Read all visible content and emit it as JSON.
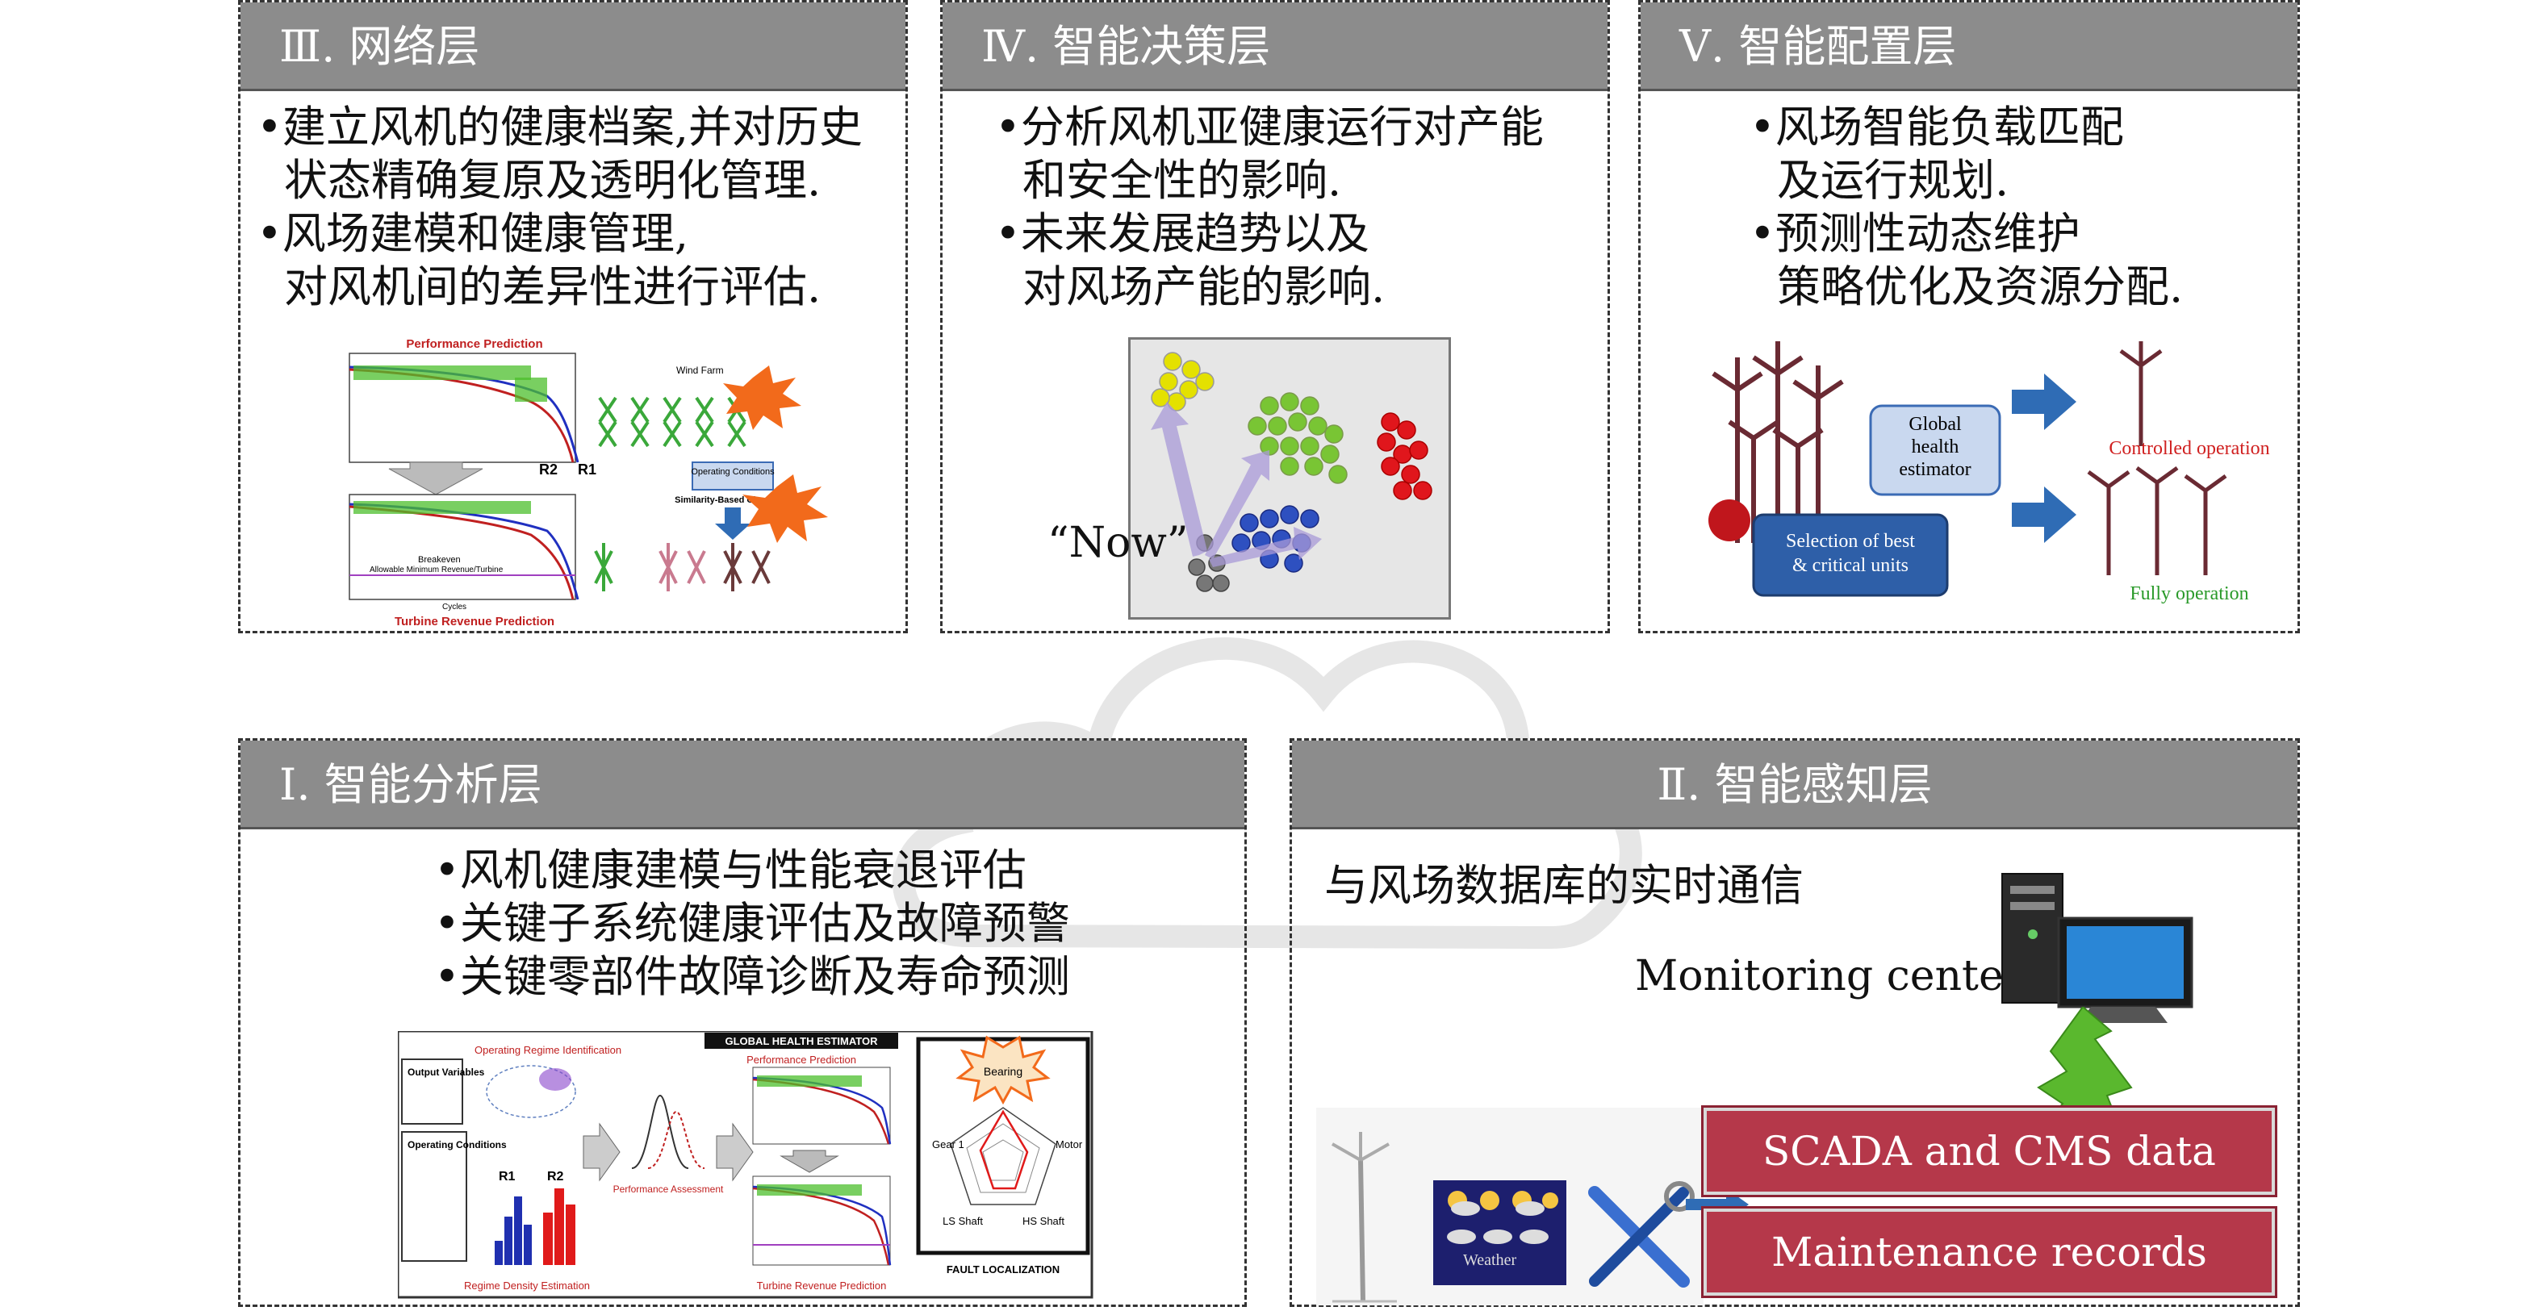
{
  "panels": {
    "network": {
      "header": "Ⅲ. 网络层",
      "bullets": [
        {
          "text": "•建立风机的健康档案,并对历史"
        },
        {
          "text": "状态精确复原及透明化管理."
        },
        {
          "text": "•风场建模和健康管理,"
        },
        {
          "text": "对风机间的差异性进行评估."
        }
      ],
      "figure": {
        "top_title": "Performance Prediction",
        "bottom_title": "Turbine Revenue Prediction",
        "r2": "R2",
        "r1": "R1",
        "wind_farm": "Wind Farm",
        "operating_conditions": "Operating Conditions",
        "similarity_clustering": "Similarity-Based Clustering",
        "breakeven": "Breakeven",
        "allowable_min": "Allowable Minimum Revenue/Turbine",
        "cycles": "Cycles"
      }
    },
    "decision": {
      "header": "Ⅳ. 智能决策层",
      "bullets": [
        {
          "text": "•分析风机亚健康运行对产能"
        },
        {
          "text": "和安全性的影响."
        },
        {
          "text": "•未来发展趋势以及"
        },
        {
          "text": "对风场产能的影响."
        }
      ],
      "now_label": "“Now”"
    },
    "config": {
      "header": "Ⅴ. 智能配置层",
      "bullets": [
        {
          "text": "•风场智能负载匹配"
        },
        {
          "text": "及运行规划."
        },
        {
          "text": "•预测性动态维护"
        },
        {
          "text": "策略优化及资源分配."
        }
      ],
      "global_health": [
        "Global",
        "health",
        "estimator"
      ],
      "selection": [
        "Selection of best",
        "& critical units"
      ],
      "controlled": "Controlled operation",
      "fully": "Fully operation"
    },
    "analysis": {
      "header": "Ⅰ. 智能分析层",
      "bullets": [
        {
          "text": "•风机健康建模与性能衰退评估"
        },
        {
          "text": "•关键子系统健康评估及故障预警"
        },
        {
          "text": "•关键零部件故障诊断及寿命预测"
        }
      ],
      "figure": {
        "global_health": "GLOBAL HEALTH ESTIMATOR",
        "regime_id": "Operating Regime Identification",
        "perf_prediction": "Performance Prediction",
        "perf_assessment": "Performance Assessment",
        "regime_density": "Regime Density Estimation",
        "revenue_prediction": "Turbine Revenue Prediction",
        "output_variables": "Output Variables",
        "operating_conditions": "Operating Conditions",
        "r1": "R1",
        "r2": "R2",
        "bearing": "Bearing",
        "gear": "Gear 1",
        "motor": "Motor",
        "ls_shaft": "LS Shaft",
        "hs_shaft": "HS Shaft",
        "fault_localization": "FAULT LOCALIZATION"
      }
    },
    "perception": {
      "header": "Ⅱ. 智能感知层",
      "comm_text": "与风场数据库的实时通信",
      "monitoring_center": "Monitoring center",
      "scada": "SCADA and CMS data",
      "maintenance": "Maintenance records",
      "weather": "Weather"
    }
  },
  "colors": {
    "header_gray": "#8c8c8c",
    "scada_red": "#b5384a",
    "arrow_blue": "#2f6cb5",
    "green_arrow": "#5ab82e",
    "controlled_red": "#d02020",
    "fully_green": "#2a9a2a"
  }
}
